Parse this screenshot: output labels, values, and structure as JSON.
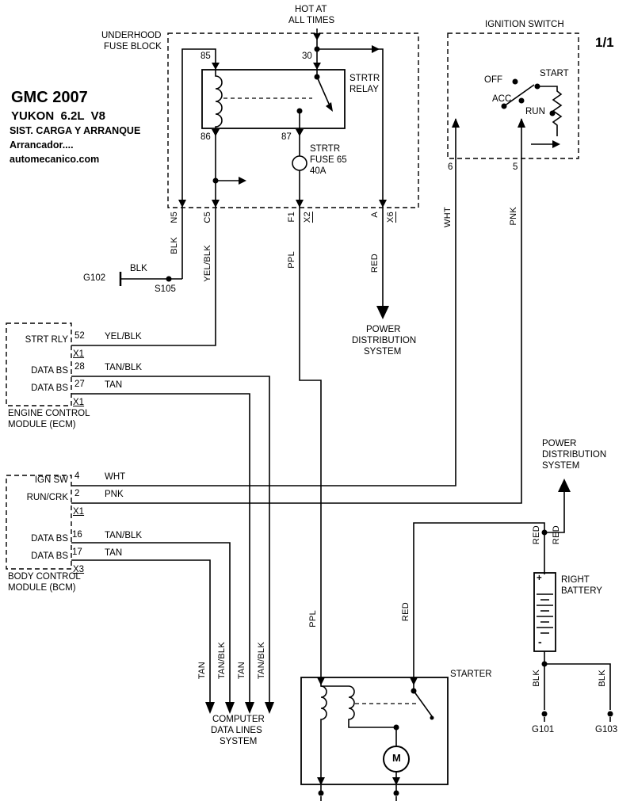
{
  "page": {
    "indicator": "1/1"
  },
  "power_label": {
    "l1": "HOT AT",
    "l2": "ALL TIMES"
  },
  "title_block": {
    "l1": "GMC 2007",
    "l2": "YUKON  6.2L  V8",
    "l3": "SIST. CARGA Y ARRANQUE",
    "l4": "Arrancador....",
    "l5": "automecanico.com"
  },
  "fuse_block": {
    "name_l1": "UNDERHOOD",
    "name_l2": "FUSE BLOCK",
    "relay_l1": "STRTR",
    "relay_l2": "RELAY",
    "pin85": "85",
    "pin30": "30",
    "pin86": "86",
    "pin87": "87",
    "fuse_l1": "STRTR",
    "fuse_l2": "FUSE 65",
    "fuse_l3": "40A",
    "conn_n5": "N5",
    "conn_c5": "C5",
    "conn_f1": "F1",
    "conn_x2": "X2",
    "conn_a": "A",
    "conn_x6": "X6"
  },
  "ignition": {
    "name": "IGNITION SWITCH",
    "pos_off": "OFF",
    "pos_start": "START",
    "pos_acc": "ACC",
    "pos_run": "RUN",
    "pin6": "6",
    "pin5": "5"
  },
  "wire_colors": {
    "blk": "BLK",
    "yel_blk": "YEL/BLK",
    "ppl": "PPL",
    "red": "RED",
    "wht": "WHT",
    "pnk": "PNK",
    "tan": "TAN",
    "tan_blk": "TAN/BLK"
  },
  "grounds": {
    "g102": "G102",
    "s105": "S105",
    "g101": "G101",
    "g103": "G103"
  },
  "ecm": {
    "rows": [
      {
        "pin": "52",
        "name": "STRT RLY",
        "wire": "YEL/BLK",
        "conn": "X1"
      },
      {
        "pin": "28",
        "name": "DATA BS",
        "wire": "TAN/BLK"
      },
      {
        "pin": "27",
        "name": "DATA BS",
        "wire": "TAN",
        "conn": "X1"
      }
    ],
    "caption_l1": "ENGINE CONTROL",
    "caption_l2": "MODULE (ECM)"
  },
  "bcm": {
    "rows": [
      {
        "pin": "4",
        "name": "IGN SW",
        "wire": "WHT"
      },
      {
        "pin": "2",
        "name": "RUN/CRK",
        "wire": "PNK",
        "conn": "X1"
      },
      {
        "pin": "16",
        "name": "DATA BS",
        "wire": "TAN/BLK"
      },
      {
        "pin": "17",
        "name": "DATA BS",
        "wire": "TAN",
        "conn": "X3"
      }
    ],
    "caption_l1": "BODY CONTROL",
    "caption_l2": "MODULE (BCM)"
  },
  "destinations": {
    "pds_l1": "POWER",
    "pds_l2": "DISTRIBUTION",
    "pds_l3": "SYSTEM",
    "cdl_l1": "COMPUTER",
    "cdl_l2": "DATA LINES",
    "cdl_l3": "SYSTEM"
  },
  "battery": {
    "name_l1": "RIGHT",
    "name_l2": "BATTERY",
    "plus": "+",
    "minus": "-"
  },
  "starter": {
    "name": "STARTER",
    "motor": "M"
  }
}
